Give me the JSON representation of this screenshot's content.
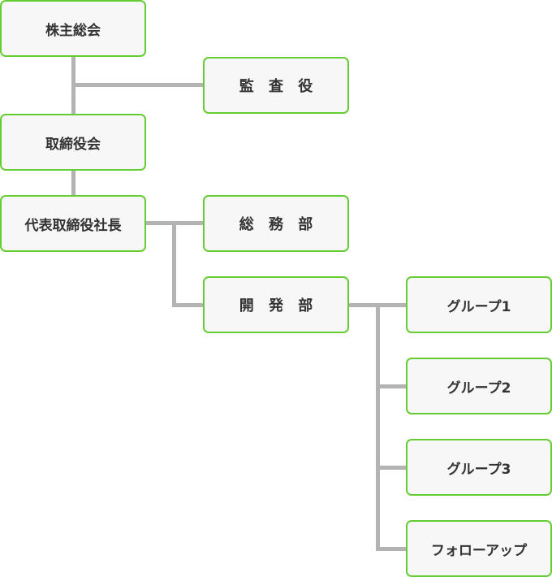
{
  "org_chart": {
    "shareholders_meeting": "株主総会",
    "auditor": "監 査 役",
    "board_of_directors": "取締役会",
    "ceo": "代表取締役社長",
    "general_affairs": "総 務 部",
    "development": "開 発 部",
    "groups": [
      "グループ1",
      "グループ2",
      "グループ3",
      "フォローアップ"
    ],
    "colors": {
      "box_border": "#66cc33",
      "box_fill": "#f7f7f7",
      "connector": "#b3b3b3",
      "text": "#333333"
    }
  }
}
